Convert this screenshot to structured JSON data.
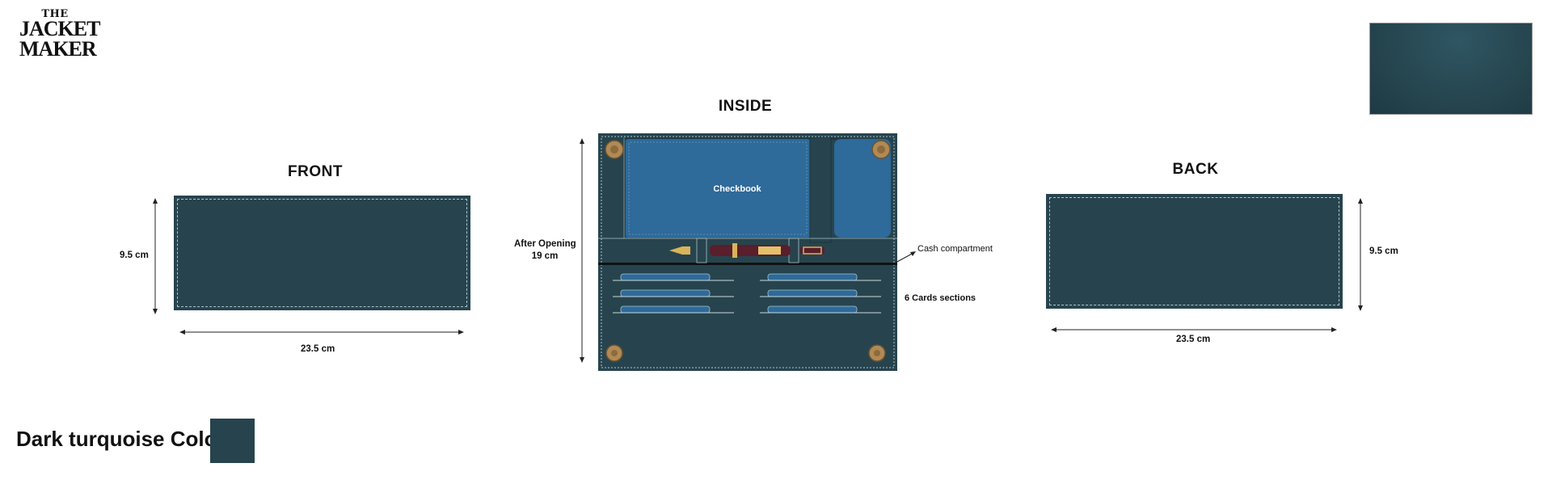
{
  "brand": {
    "line1": "THE",
    "line2": "JACKET",
    "line3": "MAKER"
  },
  "views": {
    "front": {
      "title": "FRONT",
      "height_label": "9.5 cm",
      "width_label": "23.5 cm"
    },
    "inside": {
      "title": "INSIDE",
      "opening_label_line1": "After Opening",
      "opening_label_line2": "19 cm",
      "checkbook_label": "Checkbook",
      "cash_label": "Cash compartment",
      "cards_label": "6 Cards sections"
    },
    "back": {
      "title": "BACK",
      "height_label": "9.5 cm",
      "width_label": "23.5 cm"
    }
  },
  "color": {
    "label": "Dark turquoise Color",
    "hex": "#27444e"
  },
  "colors": {
    "leather": "#27444e",
    "pocket_blue": "#2e6a9a",
    "stitch": "#a9c4cc",
    "button_gold": "#b08a55"
  }
}
